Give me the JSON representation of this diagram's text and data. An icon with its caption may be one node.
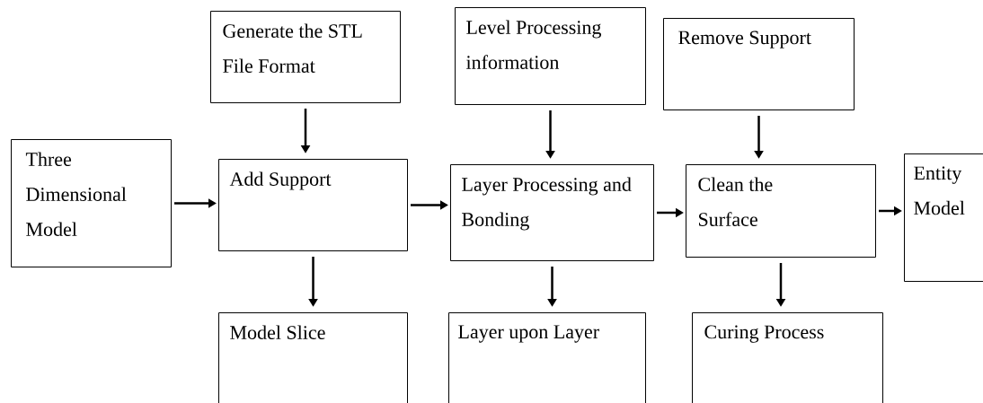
{
  "diagram": {
    "nodes": [
      {
        "text": [
          "Generate the STL File Format"
        ]
      },
      {
        "text": [
          "Level Processing information"
        ]
      },
      {
        "text": [
          "Remove Support"
        ]
      },
      {
        "text": [
          "Three Dimensional Model"
        ]
      },
      {
        "text": [
          "Add Support"
        ]
      },
      {
        "text": [
          "Layer Processing and Bonding"
        ]
      },
      {
        "text": [
          "Clean the Surface"
        ]
      },
      {
        "text": [
          "Entity Model"
        ]
      },
      {
        "text": [
          "Model Slice"
        ]
      },
      {
        "text": [
          "Layer upon Layer"
        ]
      },
      {
        "text": [
          "Curing Process"
        ]
      }
    ],
    "edges": [
      {
        "from": 3,
        "to": 4,
        "arrow": "to"
      },
      {
        "from": 4,
        "to": 5,
        "arrow": "to"
      },
      {
        "from": 5,
        "to": 6,
        "arrow": "to"
      },
      {
        "from": 6,
        "to": 7,
        "arrow": "to"
      },
      {
        "from": 0,
        "to": 4,
        "arrow": "to"
      },
      {
        "from": 1,
        "to": 5,
        "arrow": "to"
      },
      {
        "from": 2,
        "to": 6,
        "arrow": "to"
      },
      {
        "from": 4,
        "to": 8,
        "arrow": "to"
      },
      {
        "from": 5,
        "to": 9,
        "arrow": "to"
      },
      {
        "from": 6,
        "to": 10,
        "arrow": "to"
      }
    ]
  }
}
